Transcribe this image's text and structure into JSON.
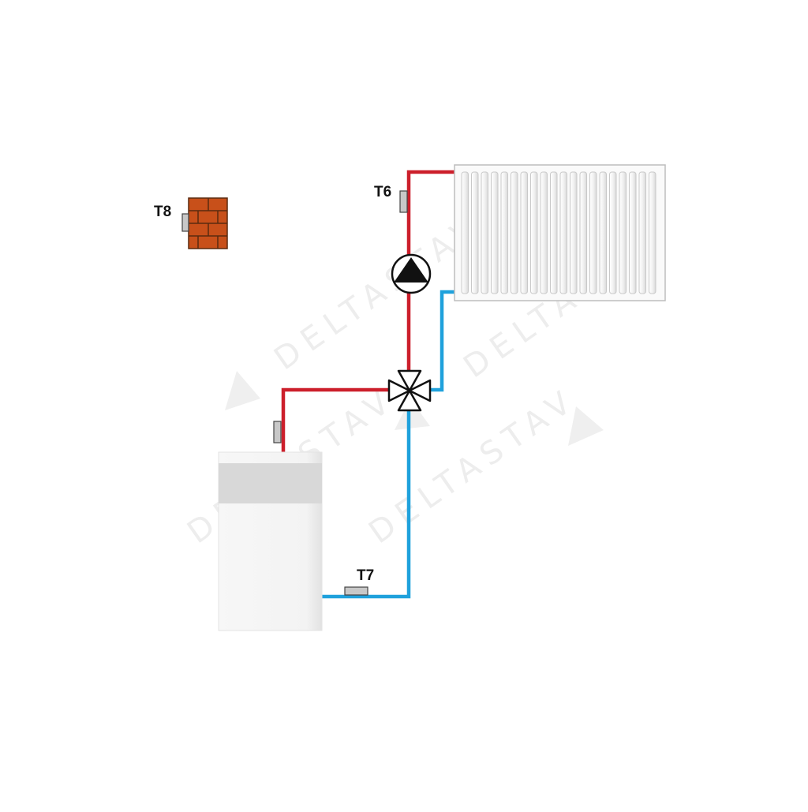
{
  "diagram": {
    "sensors": {
      "t6": "T6",
      "t7": "T7",
      "t8": "T8"
    },
    "watermark": {
      "text": "DELTASTAV"
    },
    "colors": {
      "supply_pipe": "#cc1f2b",
      "return_pipe": "#1fa1dc",
      "brick": "#c8501a",
      "brick_mortar": "#5a2a0f",
      "sensor": "#c8c8c8",
      "radiator_fin": "#f5f5f5",
      "radiator_border": "#bdbdbd",
      "boiler_band": "#d8d8d8",
      "boiler_body": "#f5f5f5",
      "watermark": "#ebebeb"
    },
    "icons": {
      "pump": "circulation-pump-icon",
      "valve": "three-way-mixing-valve-icon",
      "radiator": "radiator-icon",
      "boiler": "boiler-icon",
      "wall": "brick-wall-icon"
    }
  }
}
